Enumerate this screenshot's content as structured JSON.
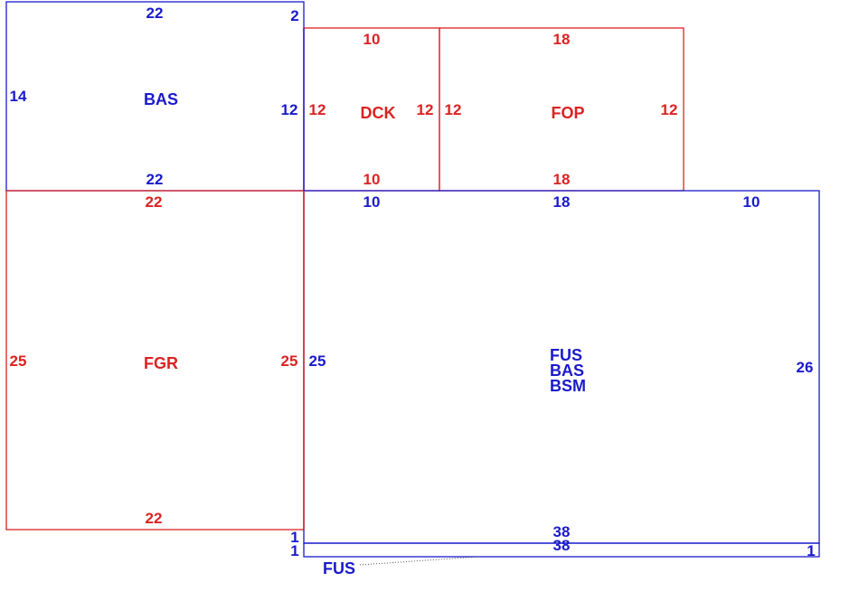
{
  "colors": {
    "blue": "#1a1acc",
    "red": "#dd2222",
    "dots": "#555555"
  },
  "areas": {
    "bas_upper": {
      "label": "BAS",
      "top": "22",
      "bottom": "22",
      "left": "14",
      "right": "12",
      "corner": "2"
    },
    "dck": {
      "label": "DCK",
      "top": "10",
      "bottom": "10",
      "left": "12",
      "right": "12"
    },
    "fop": {
      "label": "FOP",
      "top": "18",
      "bottom": "18",
      "left": "12",
      "right": "12"
    },
    "fgr": {
      "label": "FGR",
      "top": "22",
      "bottom": "22",
      "left": "25",
      "right": "25"
    },
    "main": {
      "labels": [
        "FUS",
        "BAS",
        "BSM"
      ],
      "top_a": "10",
      "top_b": "18",
      "top_c": "10",
      "left": "25",
      "right": "26",
      "bottom": "38"
    },
    "strip": {
      "label": "FUS",
      "top": "38",
      "left_a": "1",
      "left_b": "1",
      "right": "1"
    }
  }
}
